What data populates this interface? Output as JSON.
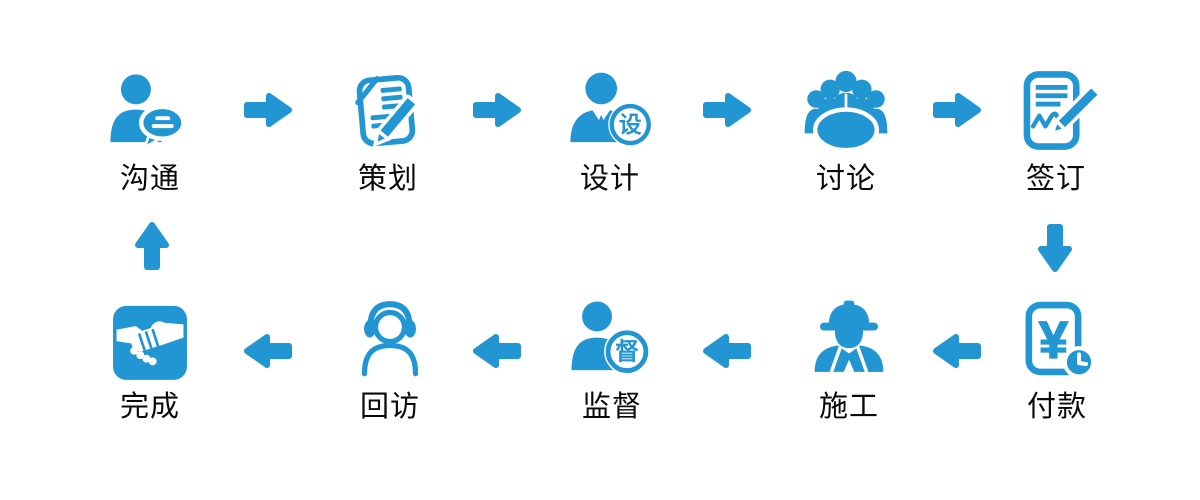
{
  "colors": {
    "accent": "#2196d3",
    "label_text": "#0a0a0a",
    "background": "#ffffff"
  },
  "process": {
    "steps": [
      {
        "id": 1,
        "label": "沟通",
        "icon": "person-chat-icon",
        "row": "top"
      },
      {
        "id": 2,
        "label": "策划",
        "icon": "document-pencil-icon",
        "row": "top"
      },
      {
        "id": 3,
        "label": "设计",
        "icon": "designer-person-badge-icon",
        "badge_char": "设",
        "row": "top"
      },
      {
        "id": 4,
        "label": "讨论",
        "icon": "meeting-group-table-icon",
        "row": "top"
      },
      {
        "id": 5,
        "label": "签订",
        "icon": "contract-signing-pen-icon",
        "row": "top"
      },
      {
        "id": 6,
        "label": "付款",
        "icon": "payment-yuan-clock-icon",
        "currency_symbol": "¥",
        "row": "bottom"
      },
      {
        "id": 7,
        "label": "施工",
        "icon": "construction-worker-icon",
        "row": "bottom"
      },
      {
        "id": 8,
        "label": "监督",
        "icon": "supervisor-person-badge-icon",
        "badge_char": "督",
        "row": "bottom"
      },
      {
        "id": 9,
        "label": "回访",
        "icon": "headset-support-person-icon",
        "row": "bottom"
      },
      {
        "id": 10,
        "label": "完成",
        "icon": "handshake-icon",
        "row": "bottom"
      }
    ],
    "arrows": [
      {
        "from": "沟通",
        "to": "策划",
        "direction": "right"
      },
      {
        "from": "策划",
        "to": "设计",
        "direction": "right"
      },
      {
        "from": "设计",
        "to": "讨论",
        "direction": "right"
      },
      {
        "from": "讨论",
        "to": "签订",
        "direction": "right"
      },
      {
        "from": "签订",
        "to": "付款",
        "direction": "down"
      },
      {
        "from": "付款",
        "to": "施工",
        "direction": "left"
      },
      {
        "from": "施工",
        "to": "监督",
        "direction": "left"
      },
      {
        "from": "监督",
        "to": "回访",
        "direction": "left"
      },
      {
        "from": "回访",
        "to": "完成",
        "direction": "left"
      },
      {
        "from": "完成",
        "to": "沟通",
        "direction": "up"
      }
    ]
  }
}
